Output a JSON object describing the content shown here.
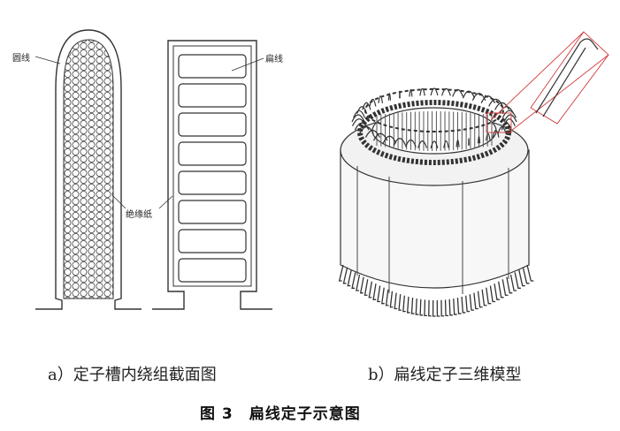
{
  "labels": {
    "round_wire": "圆线",
    "flat_wire": "扁线",
    "insulation_paper": "绝缘纸"
  },
  "subcaptions": {
    "a": "a）定子槽内绕组截面图",
    "b": "b）扁线定子三维模型"
  },
  "caption": "图 3　扁线定子示意图",
  "colors": {
    "line": "#333333",
    "highlight": "#d23a3a"
  }
}
